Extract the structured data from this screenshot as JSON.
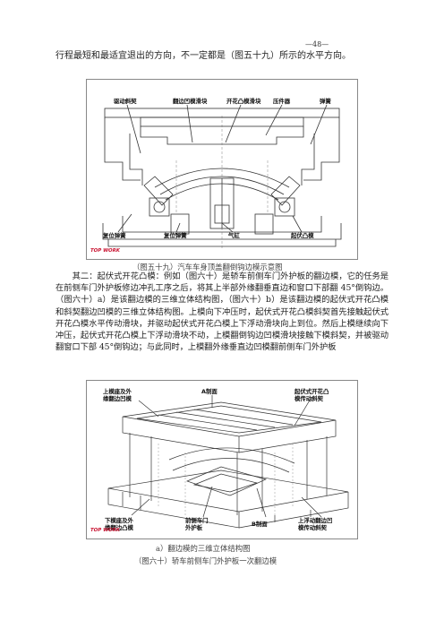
{
  "page_number": "—48—",
  "intro_line": "行程最短和最适宜退出的方向，不一定都是（图五十九）所示的水平方向。",
  "figure59": {
    "labels": {
      "drive_wedge": "驱动斜契",
      "flange_die_slider": "翻边凹模滑块",
      "open_punch_slider": "开花凸模滑块",
      "press_block": "压件器",
      "spring": "弹簧",
      "reset_spring_left": "复位弹簧",
      "reset_spring_right": "复位弹簧",
      "cylinder": "气缸",
      "rising_punch": "起伏凸模"
    },
    "brand": "TOP WORK",
    "caption": "（图五十九）汽车车身顶盖翻倒钩边模示意图"
  },
  "paragraph": "其二：起伏式开花凸模：例如（图六十）是轿车前侧车门外护板的翻边模，它的任务是在前侧车门外护板修边冲孔工序之后，将其上半部外缘翻垂直边和窗口下部翻 45°倒钩边。（图六十）a）是该翻边模的三维立体结构图，（图六十）b）是该翻边模的起伏式开花凸模和斜契翻边凹模的三维立体结构图。上模向下冲压时，起伏式开花凸模斜契首先接触起伏式开花凸模水平传动滑块，并驱动起伏式开花凸模上下浮动滑块向上到位。然后上模继续向下冲压，起伏式开花凸模上下浮动滑块不动，上模翻倒钩边凹模滑块接触下模斜契，并被驱动翻窗口下部 45°倒钩边；与此同时，上模翻外缘垂直边凹模翻前侧车门外护板",
  "figure60": {
    "labels": {
      "upper_seat": "上模座及外\n缘翻边凹模",
      "section_a": "A制面",
      "rising_wedge": "起伏式开花凸\n模传动斜契",
      "lower_seat": "下模座及外\n缘翻边凸模",
      "front_door": "前侧车门\n外护板",
      "section_b": "B制面",
      "upper_slider": "上浮动翻边凹\n模传动斜契"
    },
    "brand": "TOP WORK",
    "caption_a": "a）翻边模的三维立体结构图",
    "caption": "（图六十）轿车前侧车门外护板一次翻边模"
  }
}
